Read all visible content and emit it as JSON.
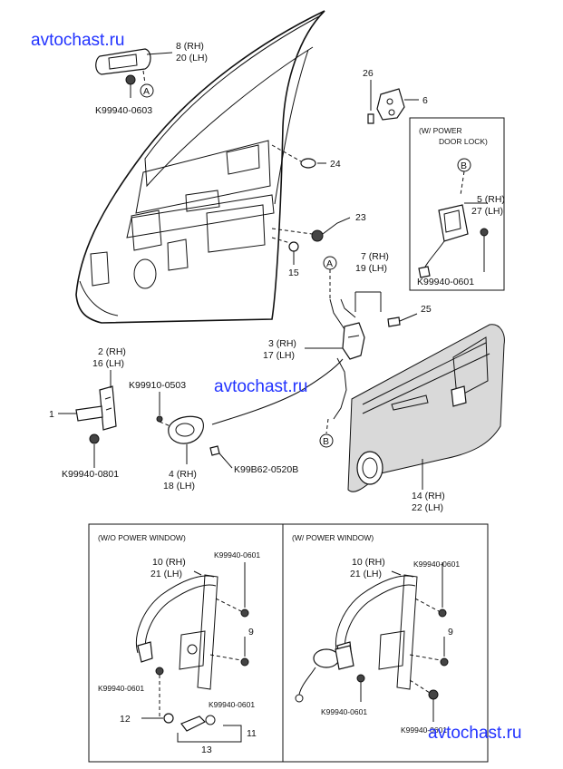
{
  "watermarks": [
    "avtochast.ru",
    "avtochast.ru",
    "avtochast.ru"
  ],
  "callouts": {
    "p8": "8 (RH)",
    "p20": "20 (LH)",
    "k0603": "K99940-0603",
    "p26": "26",
    "p6": "6",
    "p24": "24",
    "p23": "23",
    "p15": "15",
    "p7": "7 (RH)",
    "p19": "19 (LH)",
    "p25": "25",
    "p3": "3 (RH)",
    "p17": "17 (LH)",
    "p2": "2 (RH)",
    "p16": "16 (LH)",
    "p1": "1",
    "k0503": "K99910-0503",
    "k0801": "K99940-0801",
    "p4": "4 (RH)",
    "p18": "18 (LH)",
    "k0520": "K99B62-0520B",
    "p14": "14 (RH)",
    "p22": "22 (LH)",
    "pl_title1": "(W/ POWER",
    "pl_title2": "DOOR LOCK)",
    "pl_p5": "5 (RH)",
    "pl_p27": "27 (LH)",
    "pl_k0601": "K99940-0601",
    "connA": "A",
    "connB": "B"
  },
  "wo_power_window": {
    "title": "(W/O POWER WINDOW)",
    "p10": "10 (RH)",
    "p21": "21 (LH)",
    "k0601a": "K99940-0601",
    "p9": "9",
    "k0601b": "K99940-0601",
    "k0601c": "K99940-0601",
    "p12": "12",
    "p11": "11",
    "p13": "13"
  },
  "w_power_window": {
    "title": "(W/ POWER WINDOW)",
    "p10": "10 (RH)",
    "p21": "21 (LH)",
    "k0601a": "K99940-0601",
    "p9": "9",
    "k0601b": "K99940-0601",
    "k0601c": "K99940-0601"
  },
  "colors": {
    "watermark": "#2233ff",
    "ink": "#111111"
  }
}
